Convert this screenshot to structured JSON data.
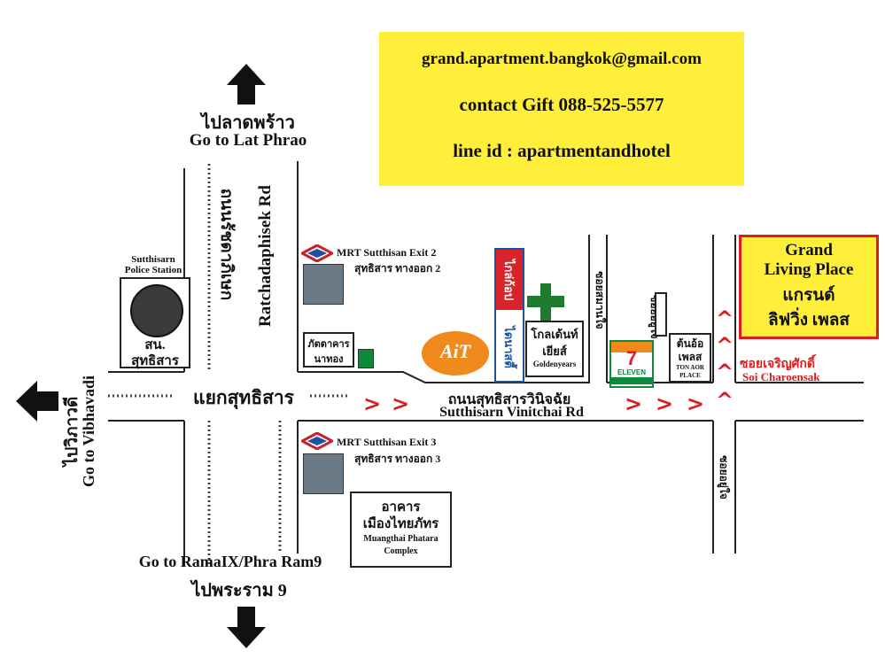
{
  "contact": {
    "email": "grand.apartment.bangkok@gmail.com",
    "phone": "contact Gift 088-525-5577",
    "line": "line id : apartmentandhotel"
  },
  "directions": {
    "north_th": "ไปลาดพร้าว",
    "north_en": "Go to Lat Phrao",
    "south_en": "Go to RamaIX/Phra Ram9",
    "south_th": "ไปพระราม 9",
    "west_th": "ไปวิภาวดี",
    "west_en": "Go to Vibhavadi"
  },
  "roads": {
    "ratchada_th": "ถนนรัชดาภิเษก",
    "ratchada_en": "Ratchadaphisek Rd",
    "junction_th": "แยกสุทธิสาร",
    "sutthisarn_th": "ถนนสุทธิสารวินิจฉัย",
    "sutthisarn_en": "Sutthisarn Vinitchai Rd",
    "soi_samai_th": "ซอยสมานใจ",
    "soi_yu_th": "ซอยอยู่ใจ",
    "soi_charoensak_th": "ซอยเจริญศักดิ์",
    "soi_charoensak_en": "Soi Charoensak",
    "soi_yu2_th": "ซอยอยู่ใจ"
  },
  "landmarks": {
    "police_en_1": "Sutthisarn",
    "police_en_2": "Police Station",
    "police_th_1": "สน.",
    "police_th_2": "สุทธิสาร",
    "mrt2_en": "MRT Sutthisan Exit 2",
    "mrt2_th": "สุทธิสาร ทางออก 2",
    "mrt3_en": "MRT Sutthisan Exit 3",
    "mrt3_th": "สุทธิสาร ทางออก 3",
    "bhattakarn_1": "ภัตตาคาร",
    "bhattakarn_2": "นาทอง",
    "daiso_th": "ไดนาสตี้",
    "daiso_top": "ไกล่ก้อป",
    "ait": "AiT",
    "goldeny_th_1": "โกลเด้นท์",
    "goldeny_th_2": "เยียส์",
    "goldeny_en": "Goldenyears",
    "tonaor_th_1": "ต้นอ้อ",
    "tonaor_th_2": "เพลส",
    "tonaor_en_1": "TON AOR",
    "tonaor_en_2": "PLACE",
    "eleven": "ELEVEN",
    "muangthai_th_1": "อาคาร",
    "muangthai_th_2": "เมืองไทยภัทร",
    "muangthai_en_1": "Muangthai Phatara",
    "muangthai_en_2": "Complex"
  },
  "destination": {
    "en_1": "Grand",
    "en_2": "Living Place",
    "th_1": "แกรนด์",
    "th_2": "ลิฟวิ่ง เพลส"
  },
  "colors": {
    "contact_bg": "#ffef3a",
    "route": "#e01b1b",
    "seven_green": "#0a8a3a",
    "seven_orange": "#f08a1c",
    "pharmacy": "#1e7a2e"
  }
}
